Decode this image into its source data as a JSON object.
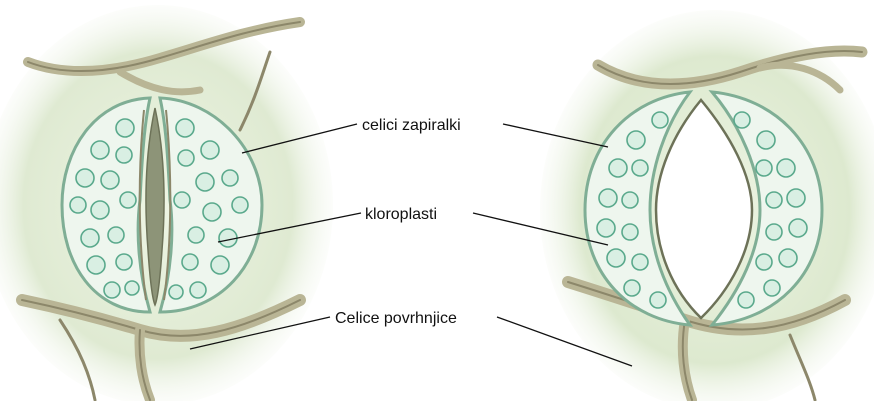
{
  "labels": {
    "guard_cells": "celici zapiralki",
    "chloroplasts": "kloroplasti",
    "epidermal_cells": "Celice povrhnjice"
  },
  "colors": {
    "cell_wall": "#8c876a",
    "cell_wall_light": "#b9b595",
    "chloroplast": "#5aa98c",
    "chloroplast_fill": "#d9efe3",
    "background_wash": "#dfead2",
    "pore_closed": "#8d9478",
    "pore_open": "#ffffff",
    "leader_line": "#111111"
  },
  "states": {
    "left": "closed",
    "right": "open"
  }
}
